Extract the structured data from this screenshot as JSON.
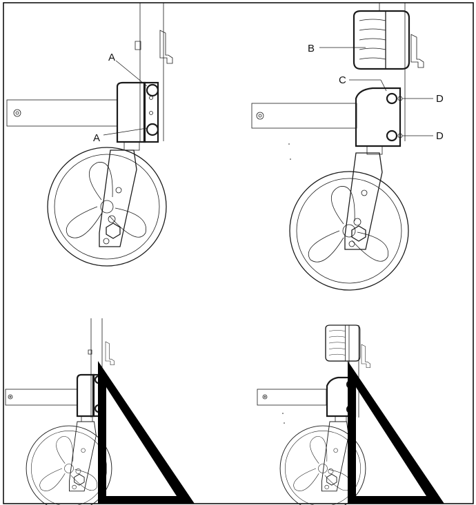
{
  "colors": {
    "line": "#1a1a1a",
    "frame": "#000000",
    "background": "#ffffff"
  },
  "callouts": {
    "a_top": "A",
    "a_bottom": "A",
    "b": "B",
    "c": "C",
    "d_top": "D",
    "d_bottom": "D"
  }
}
